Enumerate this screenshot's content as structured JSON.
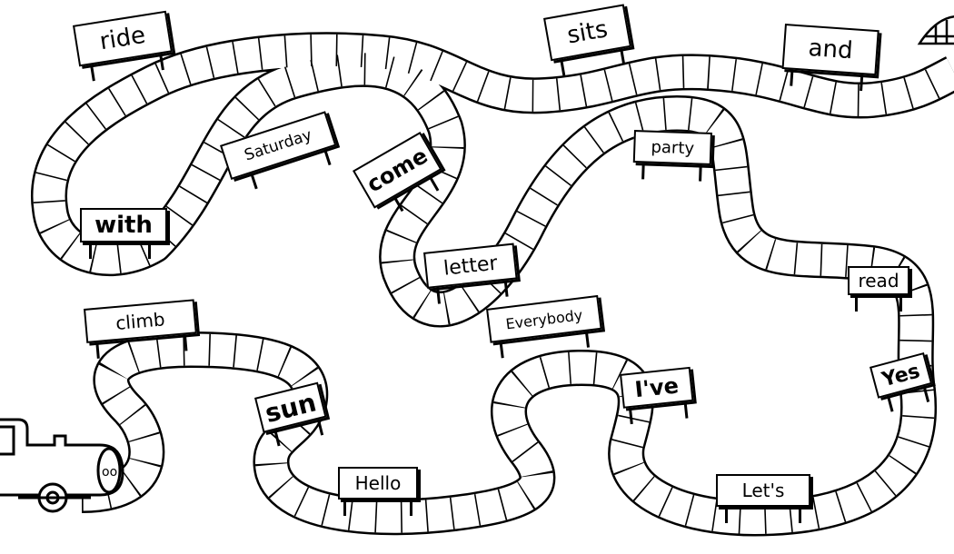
{
  "board": {
    "sight_words": [
      {
        "word": "ride"
      },
      {
        "word": "sits"
      },
      {
        "word": "and"
      },
      {
        "word": "Saturday"
      },
      {
        "word": "come"
      },
      {
        "word": "party"
      },
      {
        "word": "with"
      },
      {
        "word": "letter"
      },
      {
        "word": "read"
      },
      {
        "word": "climb"
      },
      {
        "word": "Everybody"
      },
      {
        "word": "Yes"
      },
      {
        "word": "I've"
      },
      {
        "word": "sun"
      },
      {
        "word": "Hello"
      },
      {
        "word": "Let's"
      }
    ]
  }
}
